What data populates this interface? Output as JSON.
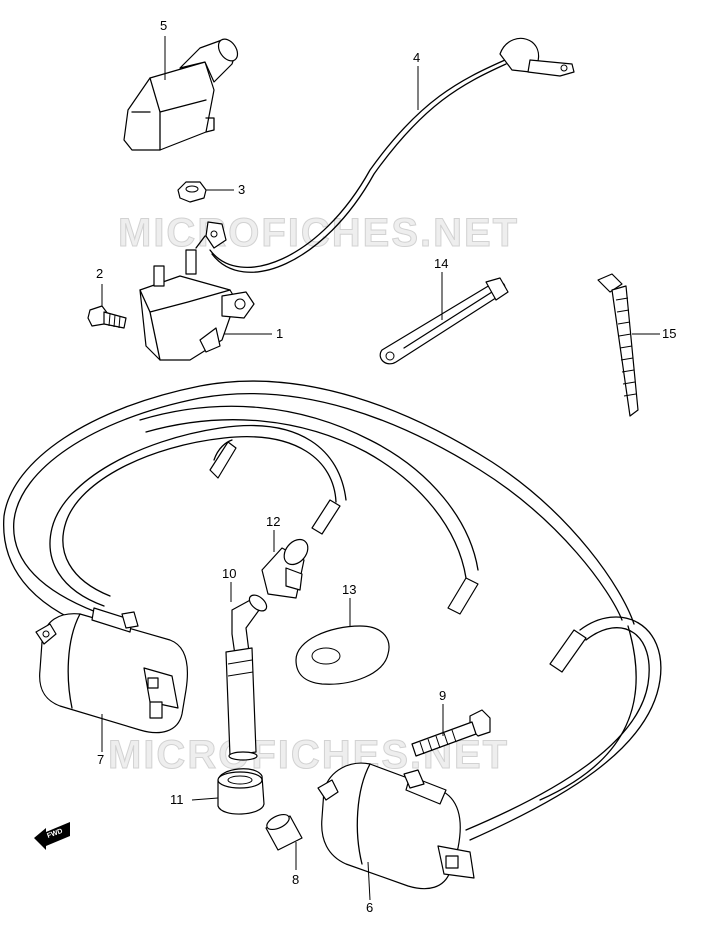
{
  "watermark": {
    "top": "MICROFICHES.NET",
    "bottom": "MICROFICHES.NET"
  },
  "fwd_label": "FWD",
  "part_labels": {
    "p1": "1",
    "p2": "2",
    "p3": "3",
    "p4": "4",
    "p5": "5",
    "p6": "6",
    "p7": "7",
    "p8": "8",
    "p9": "9",
    "p10": "10",
    "p11": "11",
    "p12": "12",
    "p13": "13",
    "p14": "14",
    "p15": "15"
  }
}
